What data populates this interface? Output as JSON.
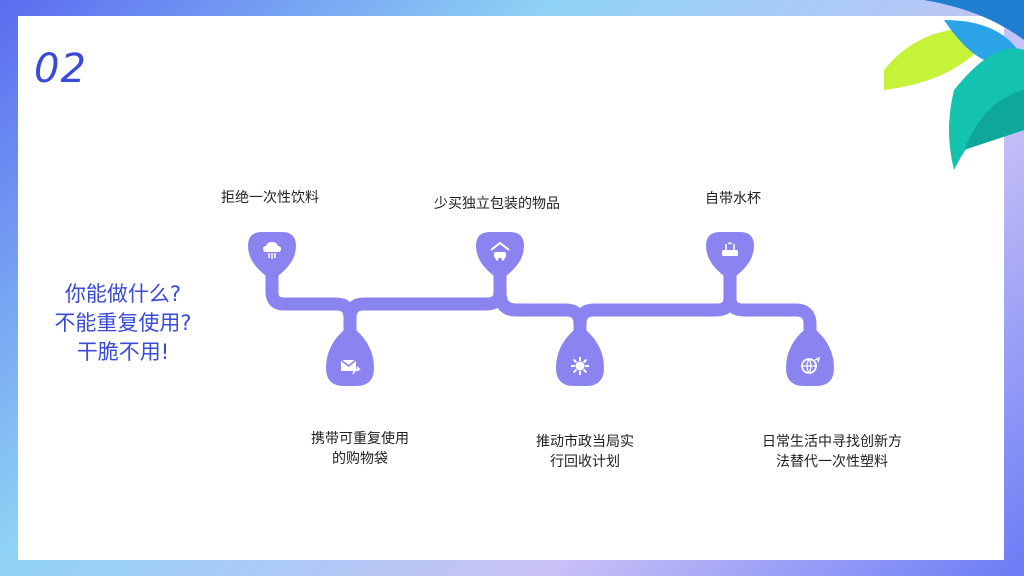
{
  "slide": {
    "number": "02"
  },
  "question": [
    "你能做什么?",
    "不能重复使用?",
    "干脆不用!"
  ],
  "colors": {
    "accent": "#3a4bd8",
    "line": "#8b84f0"
  },
  "steps": [
    {
      "lines": [
        "拒绝一次性饮料"
      ],
      "icon": "cloud-icon"
    },
    {
      "lines": [
        "携带可重复使用",
        "的购物袋"
      ],
      "icon": "mail-icon"
    },
    {
      "lines": [
        "少买独立包装的物品"
      ],
      "icon": "car-home-icon"
    },
    {
      "lines": [
        "推动市政当局实",
        "行回收计划"
      ],
      "icon": "gear-icon"
    },
    {
      "lines": [
        "自带水杯"
      ],
      "icon": "router-icon"
    },
    {
      "lines": [
        "日常生活中寻找创新方",
        "法替代一次性塑料"
      ],
      "icon": "globe-icon"
    }
  ]
}
